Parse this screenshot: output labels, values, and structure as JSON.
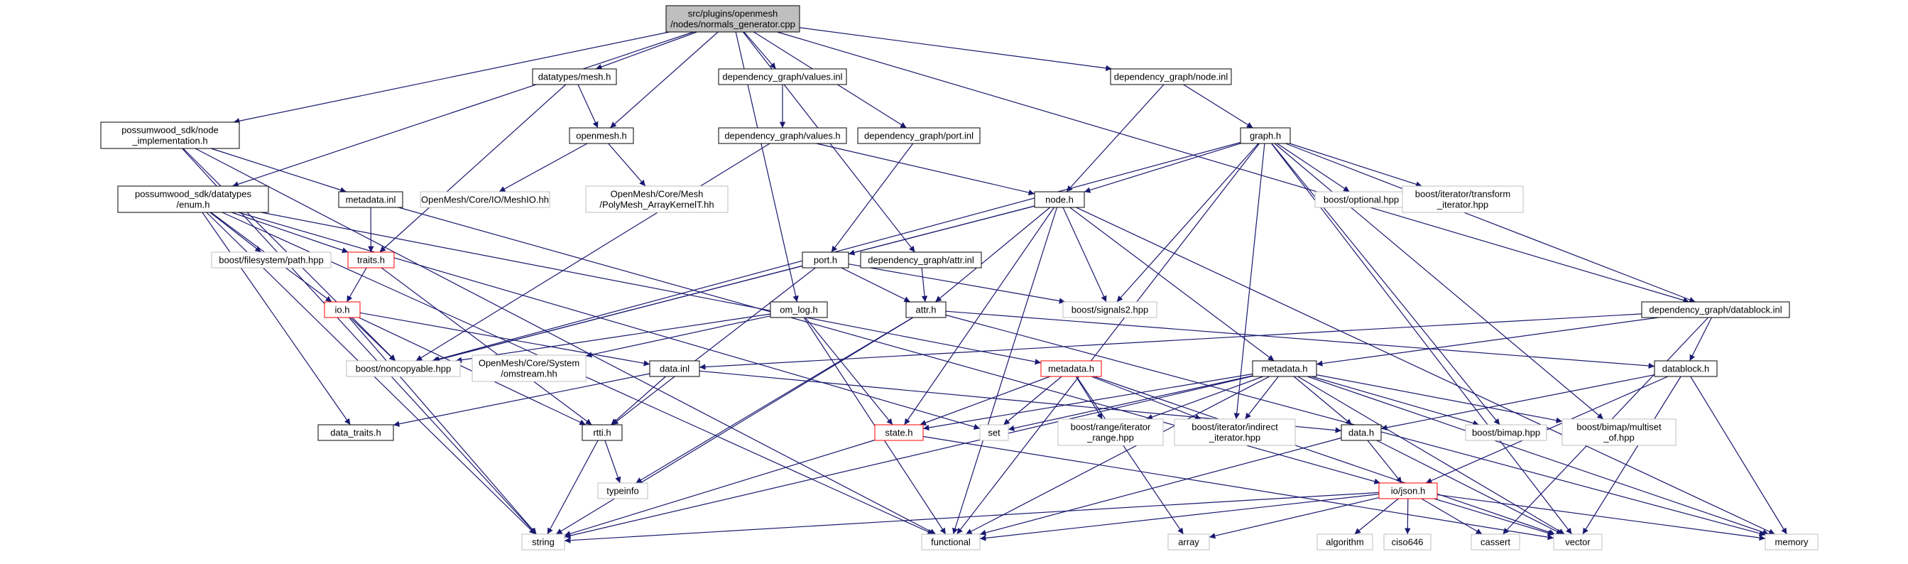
{
  "nodes": [
    {
      "id": "root",
      "lines": [
        "src/plugins/openmesh",
        "/nodes/normals_generator.cpp"
      ],
      "style": "root"
    },
    {
      "id": "datatypes_mesh",
      "lines": [
        "datatypes/mesh.h"
      ],
      "style": "normal"
    },
    {
      "id": "dg_values_inl",
      "lines": [
        "dependency_graph/values.inl"
      ],
      "style": "normal"
    },
    {
      "id": "dg_node_inl",
      "lines": [
        "dependency_graph/node.inl"
      ],
      "style": "normal"
    },
    {
      "id": "possumwood_node_impl",
      "lines": [
        "possumwood_sdk/node",
        "_implementation.h"
      ],
      "style": "normal"
    },
    {
      "id": "openmesh_h",
      "lines": [
        "openmesh.h"
      ],
      "style": "normal"
    },
    {
      "id": "dg_values_h",
      "lines": [
        "dependency_graph/values.h"
      ],
      "style": "normal"
    },
    {
      "id": "dg_port_inl",
      "lines": [
        "dependency_graph/port.inl"
      ],
      "style": "normal"
    },
    {
      "id": "graph_h",
      "lines": [
        "graph.h"
      ],
      "style": "normal"
    },
    {
      "id": "possumwood_enum",
      "lines": [
        "possumwood_sdk/datatypes",
        "/enum.h"
      ],
      "style": "normal"
    },
    {
      "id": "metadata_inl",
      "lines": [
        "metadata.inl"
      ],
      "style": "normal"
    },
    {
      "id": "meshio_hh",
      "lines": [
        "OpenMesh/Core/IO/MeshIO.hh"
      ],
      "style": "grey"
    },
    {
      "id": "polymesh_hh",
      "lines": [
        "OpenMesh/Core/Mesh",
        "/PolyMesh_ArrayKernelT.hh"
      ],
      "style": "grey"
    },
    {
      "id": "node_h",
      "lines": [
        "node.h"
      ],
      "style": "normal"
    },
    {
      "id": "boost_optional",
      "lines": [
        "boost/optional.hpp"
      ],
      "style": "grey"
    },
    {
      "id": "boost_transform",
      "lines": [
        "boost/iterator/transform",
        "_iterator.hpp"
      ],
      "style": "grey"
    },
    {
      "id": "boost_filesystem",
      "lines": [
        "boost/filesystem/path.hpp"
      ],
      "style": "grey"
    },
    {
      "id": "traits_h",
      "lines": [
        "traits.h"
      ],
      "style": "red"
    },
    {
      "id": "port_h",
      "lines": [
        "port.h"
      ],
      "style": "normal"
    },
    {
      "id": "dg_attr_inl",
      "lines": [
        "dependency_graph/attr.inl"
      ],
      "style": "normal"
    },
    {
      "id": "io_h",
      "lines": [
        "io.h"
      ],
      "style": "red"
    },
    {
      "id": "om_log_h",
      "lines": [
        "om_log.h"
      ],
      "style": "normal"
    },
    {
      "id": "attr_h",
      "lines": [
        "attr.h"
      ],
      "style": "normal"
    },
    {
      "id": "boost_signals2",
      "lines": [
        "boost/signals2.hpp"
      ],
      "style": "grey"
    },
    {
      "id": "dg_datablock_inl",
      "lines": [
        "dependency_graph/datablock.inl"
      ],
      "style": "normal"
    },
    {
      "id": "boost_noncopyable",
      "lines": [
        "boost/noncopyable.hpp"
      ],
      "style": "grey"
    },
    {
      "id": "omstream_hh",
      "lines": [
        "OpenMesh/Core/System",
        "/omstream.hh"
      ],
      "style": "grey"
    },
    {
      "id": "data_inl",
      "lines": [
        "data.inl"
      ],
      "style": "normal"
    },
    {
      "id": "metadata_h_red",
      "lines": [
        "metadata.h"
      ],
      "style": "red"
    },
    {
      "id": "metadata_h",
      "lines": [
        "metadata.h"
      ],
      "style": "normal"
    },
    {
      "id": "datablock_h",
      "lines": [
        "datablock.h"
      ],
      "style": "normal"
    },
    {
      "id": "data_traits_h",
      "lines": [
        "data_traits.h"
      ],
      "style": "normal"
    },
    {
      "id": "rtti_h",
      "lines": [
        "rtti.h"
      ],
      "style": "normal"
    },
    {
      "id": "state_h",
      "lines": [
        "state.h"
      ],
      "style": "red"
    },
    {
      "id": "set",
      "lines": [
        "set"
      ],
      "style": "grey"
    },
    {
      "id": "boost_range",
      "lines": [
        "boost/range/iterator",
        "_range.hpp"
      ],
      "style": "grey"
    },
    {
      "id": "boost_indirect",
      "lines": [
        "boost/iterator/indirect",
        "_iterator.hpp"
      ],
      "style": "grey"
    },
    {
      "id": "data_h",
      "lines": [
        "data.h"
      ],
      "style": "normal"
    },
    {
      "id": "boost_bimap",
      "lines": [
        "boost/bimap.hpp"
      ],
      "style": "grey"
    },
    {
      "id": "boost_multiset",
      "lines": [
        "boost/bimap/multiset",
        "_of.hpp"
      ],
      "style": "grey"
    },
    {
      "id": "typeinfo",
      "lines": [
        "typeinfo"
      ],
      "style": "grey"
    },
    {
      "id": "io_json_h",
      "lines": [
        "io/json.h"
      ],
      "style": "red"
    },
    {
      "id": "string",
      "lines": [
        "string"
      ],
      "style": "grey"
    },
    {
      "id": "functional",
      "lines": [
        "functional"
      ],
      "style": "grey"
    },
    {
      "id": "array",
      "lines": [
        "array"
      ],
      "style": "grey"
    },
    {
      "id": "algorithm",
      "lines": [
        "algorithm"
      ],
      "style": "grey"
    },
    {
      "id": "ciso646",
      "lines": [
        "ciso646"
      ],
      "style": "grey"
    },
    {
      "id": "cassert",
      "lines": [
        "cassert"
      ],
      "style": "grey"
    },
    {
      "id": "vector",
      "lines": [
        "vector"
      ],
      "style": "grey"
    },
    {
      "id": "memory",
      "lines": [
        "memory"
      ],
      "style": "grey"
    }
  ],
  "edges": [
    [
      "root",
      "possumwood_node_impl"
    ],
    [
      "root",
      "possumwood_enum"
    ],
    [
      "root",
      "datatypes_mesh"
    ],
    [
      "root",
      "openmesh_h"
    ],
    [
      "root",
      "dg_values_inl"
    ],
    [
      "root",
      "om_log_h"
    ],
    [
      "root",
      "dg_port_inl"
    ],
    [
      "root",
      "dg_attr_inl"
    ],
    [
      "root",
      "dg_node_inl"
    ],
    [
      "root",
      "dg_datablock_inl"
    ],
    [
      "datatypes_mesh",
      "openmesh_h"
    ],
    [
      "datatypes_mesh",
      "traits_h"
    ],
    [
      "dg_values_inl",
      "dg_values_h"
    ],
    [
      "dg_node_inl",
      "node_h"
    ],
    [
      "dg_node_inl",
      "graph_h"
    ],
    [
      "possumwood_node_impl",
      "metadata_inl"
    ],
    [
      "possumwood_node_impl",
      "boost_noncopyable"
    ],
    [
      "possumwood_node_impl",
      "functional"
    ],
    [
      "possumwood_node_impl",
      "string"
    ],
    [
      "openmesh_h",
      "meshio_hh"
    ],
    [
      "openmesh_h",
      "polymesh_hh"
    ],
    [
      "dg_values_h",
      "node_h"
    ],
    [
      "dg_values_h",
      "boost_noncopyable"
    ],
    [
      "dg_port_inl",
      "port_h"
    ],
    [
      "graph_h",
      "node_h"
    ],
    [
      "graph_h",
      "boost_optional"
    ],
    [
      "graph_h",
      "boost_transform"
    ],
    [
      "graph_h",
      "boost_signals2"
    ],
    [
      "graph_h",
      "boost_noncopyable"
    ],
    [
      "graph_h",
      "boost_indirect"
    ],
    [
      "graph_h",
      "functional"
    ],
    [
      "graph_h",
      "boost_bimap"
    ],
    [
      "graph_h",
      "boost_multiset"
    ],
    [
      "graph_h",
      "vector"
    ],
    [
      "graph_h",
      "dg_datablock_inl"
    ],
    [
      "possumwood_enum",
      "boost_filesystem"
    ],
    [
      "possumwood_enum",
      "traits_h"
    ],
    [
      "possumwood_enum",
      "io_h"
    ],
    [
      "possumwood_enum",
      "string"
    ],
    [
      "possumwood_enum",
      "data_traits_h"
    ],
    [
      "possumwood_enum",
      "functional"
    ],
    [
      "possumwood_enum",
      "metadata_h_red"
    ],
    [
      "possumwood_enum",
      "set"
    ],
    [
      "metadata_inl",
      "traits_h"
    ],
    [
      "metadata_inl",
      "io_json_h"
    ],
    [
      "node_h",
      "port_h"
    ],
    [
      "node_h",
      "attr_h"
    ],
    [
      "node_h",
      "boost_signals2"
    ],
    [
      "node_h",
      "boost_noncopyable"
    ],
    [
      "node_h",
      "metadata_h"
    ],
    [
      "node_h",
      "state_h"
    ],
    [
      "node_h",
      "functional"
    ],
    [
      "node_h",
      "memory"
    ],
    [
      "traits_h",
      "io_h"
    ],
    [
      "traits_h",
      "rtti_h"
    ],
    [
      "port_h",
      "attr_h"
    ],
    [
      "port_h",
      "boost_noncopyable"
    ],
    [
      "port_h",
      "boost_signals2"
    ],
    [
      "port_h",
      "rtti_h"
    ],
    [
      "dg_attr_inl",
      "attr_h"
    ],
    [
      "io_h",
      "boost_noncopyable"
    ],
    [
      "io_h",
      "data_inl"
    ],
    [
      "io_h",
      "rtti_h"
    ],
    [
      "io_h",
      "string"
    ],
    [
      "om_log_h",
      "omstream_hh"
    ],
    [
      "om_log_h",
      "state_h"
    ],
    [
      "om_log_h",
      "functional"
    ],
    [
      "om_log_h",
      "boost_noncopyable"
    ],
    [
      "attr_h",
      "datablock_h"
    ],
    [
      "attr_h",
      "string"
    ],
    [
      "attr_h",
      "typeinfo"
    ],
    [
      "attr_h",
      "memory"
    ],
    [
      "dg_datablock_inl",
      "datablock_h"
    ],
    [
      "dg_datablock_inl",
      "metadata_h"
    ],
    [
      "dg_datablock_inl",
      "data_inl"
    ],
    [
      "dg_datablock_inl",
      "cassert"
    ],
    [
      "data_inl",
      "data_traits_h"
    ],
    [
      "data_inl",
      "rtti_h"
    ],
    [
      "data_inl",
      "data_h"
    ],
    [
      "metadata_h_red",
      "state_h"
    ],
    [
      "metadata_h_red",
      "boost_range"
    ],
    [
      "metadata_h_red",
      "boost_indirect"
    ],
    [
      "metadata_h_red",
      "set"
    ],
    [
      "metadata_h_red",
      "array"
    ],
    [
      "metadata_h_red",
      "vector"
    ],
    [
      "metadata_h",
      "state_h"
    ],
    [
      "metadata_h",
      "set"
    ],
    [
      "metadata_h",
      "boost_range"
    ],
    [
      "metadata_h",
      "boost_indirect"
    ],
    [
      "metadata_h",
      "data_h"
    ],
    [
      "metadata_h",
      "boost_bimap"
    ],
    [
      "metadata_h",
      "boost_multiset"
    ],
    [
      "metadata_h",
      "string"
    ],
    [
      "metadata_h",
      "functional"
    ],
    [
      "metadata_h",
      "vector"
    ],
    [
      "metadata_h",
      "memory"
    ],
    [
      "datablock_h",
      "data_h"
    ],
    [
      "datablock_h",
      "io_json_h"
    ],
    [
      "datablock_h",
      "vector"
    ],
    [
      "datablock_h",
      "memory"
    ],
    [
      "rtti_h",
      "typeinfo"
    ],
    [
      "rtti_h",
      "string"
    ],
    [
      "state_h",
      "string"
    ],
    [
      "state_h",
      "vector"
    ],
    [
      "data_h",
      "io_json_h"
    ],
    [
      "data_h",
      "functional"
    ],
    [
      "data_h",
      "vector"
    ],
    [
      "io_json_h",
      "string"
    ],
    [
      "io_json_h",
      "functional"
    ],
    [
      "io_json_h",
      "array"
    ],
    [
      "io_json_h",
      "algorithm"
    ],
    [
      "io_json_h",
      "ciso646"
    ],
    [
      "io_json_h",
      "cassert"
    ],
    [
      "io_json_h",
      "vector"
    ],
    [
      "io_json_h",
      "memory"
    ]
  ],
  "colors": {
    "edge": "#191970",
    "normal_border": "#000000",
    "grey_border": "#bfbfbf",
    "red_border": "#ff0000",
    "root_fill": "#bfbfbf",
    "text": "#000000"
  }
}
